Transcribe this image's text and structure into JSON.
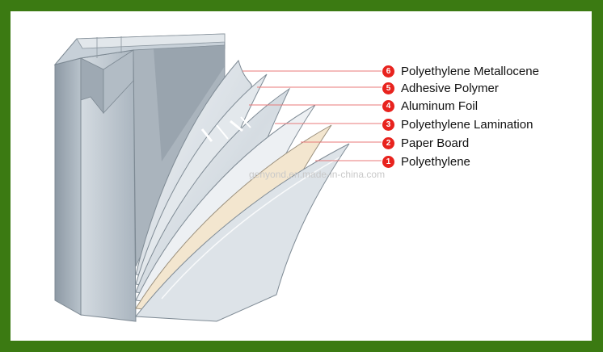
{
  "diagram": {
    "layers": [
      {
        "number": "6",
        "label": "Polyethylene Metallocene"
      },
      {
        "number": "5",
        "label": "Adhesive Polymer"
      },
      {
        "number": "4",
        "label": "Aluminum Foil"
      },
      {
        "number": "3",
        "label": "Polyethylene Lamination"
      },
      {
        "number": "2",
        "label": "Paper Board"
      },
      {
        "number": "1",
        "label": "Polyethylene"
      }
    ],
    "watermark": "genyond.en.made-in-china.com",
    "colors": {
      "background_frame": "#3b7a12",
      "badge": "#e8231e",
      "leader_line": "#e87a7a",
      "paper_board": "#f3e6cf",
      "carton": "#b9c3cc"
    }
  }
}
